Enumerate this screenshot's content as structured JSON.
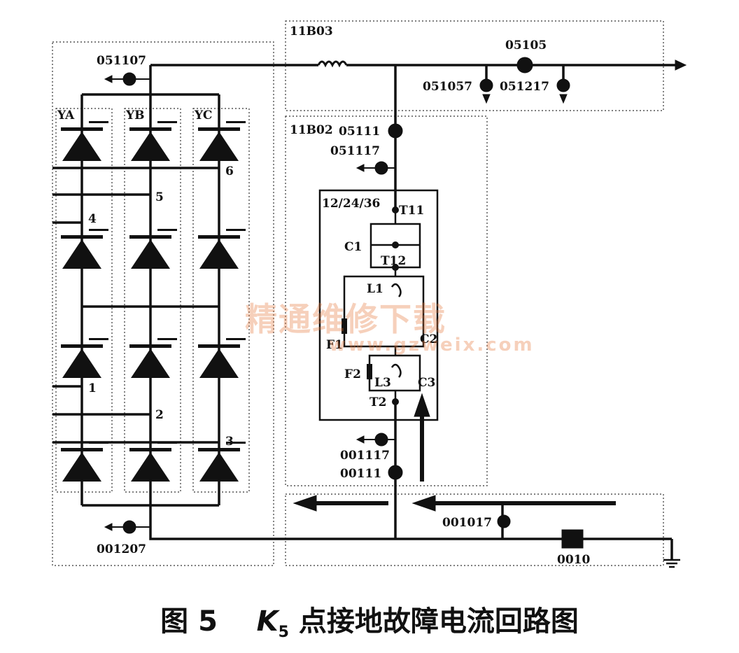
{
  "caption": {
    "figure": "图 5",
    "k": "K",
    "k_sub": "5",
    "rest": " 点接地故障电流回路图"
  },
  "boxes": {
    "b11B03": "11B03",
    "b11B02": "11B02",
    "filter": "12/24/36"
  },
  "bridge": {
    "phases": [
      "YA",
      "YB",
      "YC"
    ],
    "nodes": [
      "1",
      "2",
      "3",
      "4",
      "5",
      "6"
    ]
  },
  "points": {
    "p051107": "051107",
    "p05105": "05105",
    "p051057": "051057",
    "p051217": "051217",
    "p05111": "05111",
    "p051117": "051117",
    "p001117": "001117",
    "p00111": "00111",
    "p001017": "001017",
    "p001207": "001207",
    "p0010": "0010"
  },
  "filter_parts": {
    "T11": "T11",
    "T12": "T12",
    "C1": "C1",
    "L1": "L1",
    "F1": "F1",
    "F2": "F2",
    "C2": "C2",
    "L3": "L3",
    "C3": "C3",
    "T2": "T2"
  },
  "watermark": {
    "cn": "精通维修下载",
    "url": "www.gzweix.com"
  },
  "colors": {
    "ink": "#111111",
    "watermark": "#e6783c"
  }
}
